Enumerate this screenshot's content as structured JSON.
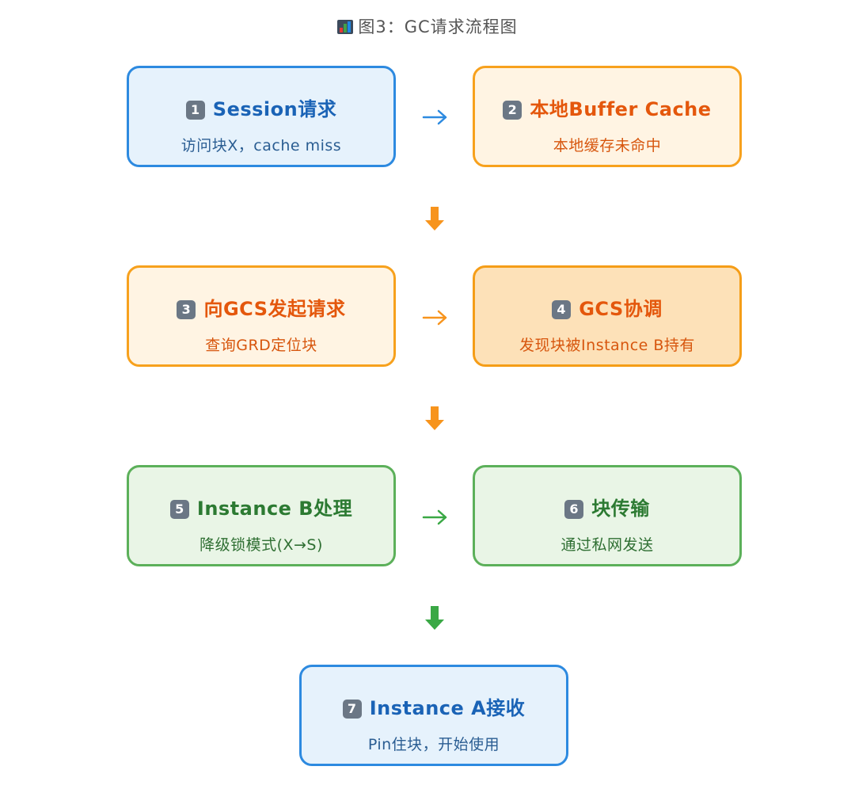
{
  "title": "图3：GC请求流程图",
  "steps": [
    {
      "badge": "1",
      "heading": "Session请求",
      "desc": "访问块X，cache miss"
    },
    {
      "badge": "2",
      "heading": "本地Buffer Cache",
      "desc": "本地缓存未命中"
    },
    {
      "badge": "3",
      "heading": "向GCS发起请求",
      "desc": "查询GRD定位块"
    },
    {
      "badge": "4",
      "heading": "GCS协调",
      "desc": "发现块被Instance B持有"
    },
    {
      "badge": "5",
      "heading": "Instance B处理",
      "desc": "降级锁模式(X→S)"
    },
    {
      "badge": "6",
      "heading": "块传输",
      "desc": "通过私网发送"
    },
    {
      "badge": "7",
      "heading": "Instance A接收",
      "desc": "Pin住块，开始使用"
    }
  ],
  "colors": {
    "blue_border": "#2d8ae0",
    "orange_border": "#f7a11d",
    "green_border": "#5cb05a",
    "orange_arrow": "#f7941d",
    "green_arrow": "#3aa845",
    "blue_arrow": "#2d8ae0"
  },
  "icons": {
    "title_icon": "bar-chart-icon",
    "right_arrow": "right-arrow-icon",
    "down_arrow": "down-arrow-icon"
  }
}
